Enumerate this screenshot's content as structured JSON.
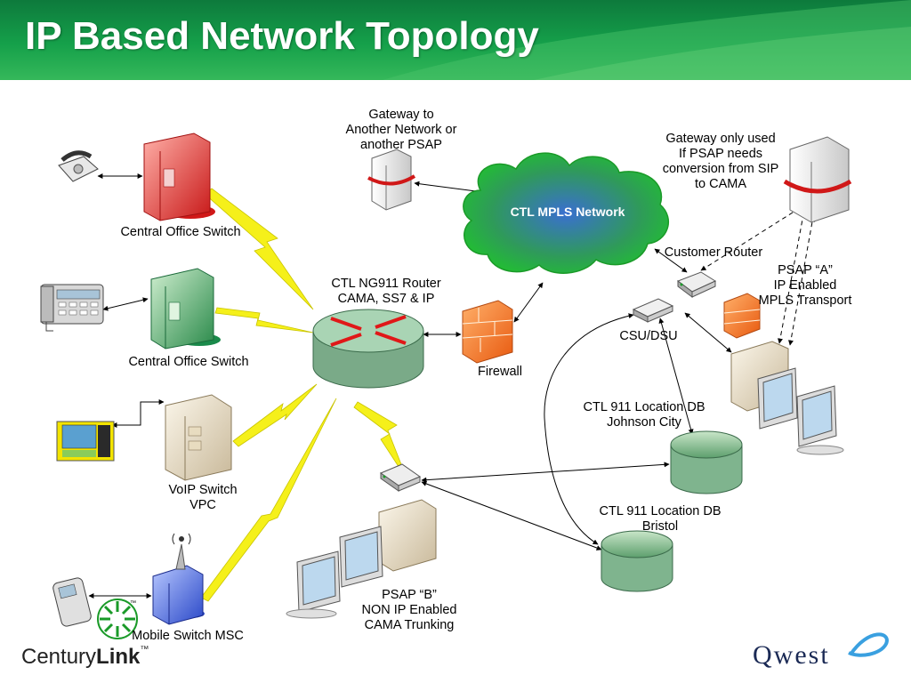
{
  "title": "IP Based Network Topology",
  "colors": {
    "header_green": "#15a04a",
    "cloud_green": "#2bbf3a",
    "lightning_yellow": "#f5f01a"
  },
  "labels": {
    "gateway_other": [
      "Gateway to",
      "Another Network or",
      "another PSAP"
    ],
    "gateway_sip": [
      "Gateway only used",
      "If PSAP needs",
      "conversion from SIP",
      "to CAMA"
    ],
    "mpls": "CTL MPLS Network",
    "co_switch_1": "Central Office Switch",
    "co_switch_2": "Central Office Switch",
    "router": [
      "CTL  NG911 Router",
      "CAMA, SS7 & IP"
    ],
    "firewall": "Firewall",
    "customer_router": "Customer Router",
    "psap_a": [
      "PSAP “A”",
      "IP Enabled",
      "MPLS Transport"
    ],
    "csu_dsu": "CSU/DSU",
    "db_johnson": [
      "CTL 911 Location DB",
      "Johnson City"
    ],
    "voip_switch": [
      "VoIP Switch",
      "VPC"
    ],
    "db_bristol": [
      "CTL  911 Location DB",
      "Bristol"
    ],
    "psap_b": [
      "PSAP “B”",
      "NON IP Enabled",
      "CAMA Trunking"
    ],
    "mobile_switch": "Mobile Switch MSC"
  },
  "logos": {
    "centurylink_left": "Century",
    "centurylink_bold": "Link",
    "tm": "™",
    "qwest": "Qwest"
  },
  "icons": [
    "telephone-icon",
    "office-phone-icon",
    "video-phone-icon",
    "cell-phone-icon",
    "server-icon",
    "router-icon",
    "firewall-icon",
    "database-icon",
    "workstation-icon",
    "antenna-icon",
    "cloud-icon"
  ]
}
